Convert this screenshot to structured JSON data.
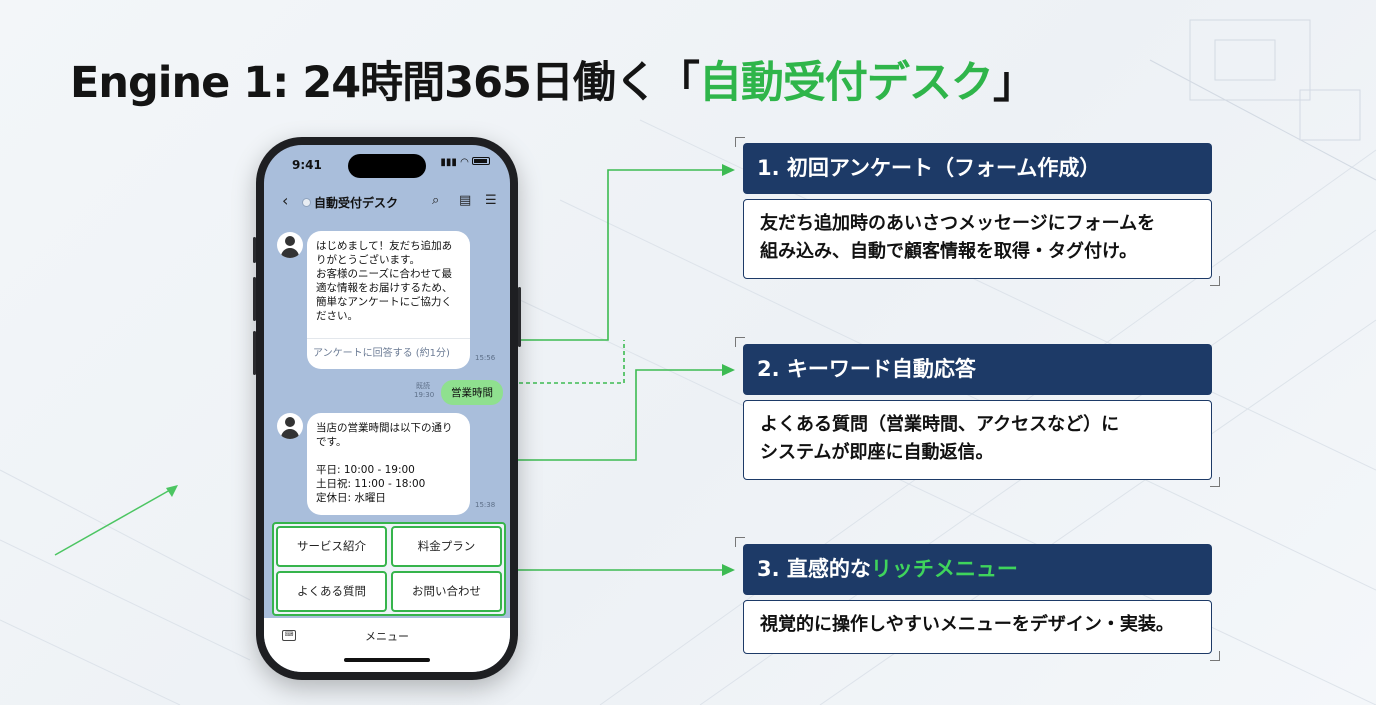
{
  "slide": {
    "title_prefix": "Engine 1: 24時間365日働く「",
    "title_accent": "自動受付デスク",
    "title_suffix": "」"
  },
  "phone": {
    "status_time": "9:41",
    "chat_title": "自動受付デスク",
    "message1": {
      "text": "はじめまして！友だち追加ありがとうございます。\nお客様のニーズに合わせて最適な情報をお届けするため、簡単なアンケートにご協力ください。",
      "link": "アンケートに回答する (約1分)",
      "time": "15:56"
    },
    "user_message": {
      "text": "営業時間",
      "status": "既読",
      "time": "19:30"
    },
    "message2": {
      "text": "当店の営業時間は以下の通りです。\n\n平日: 10:00 - 19:00\n土日祝: 11:00 - 18:00\n定休日: 水曜日",
      "time": "15:38"
    },
    "rich_menu": [
      "サービス紹介",
      "料金プラン",
      "よくある質問",
      "お問い合わせ"
    ],
    "bottom_menu_label": "メニュー"
  },
  "features": [
    {
      "heading": "1. 初回アンケート（フォーム作成）",
      "description": "友だち追加時のあいさつメッセージにフォームを\n組み込み、自動で顧客情報を取得・タグ付け。"
    },
    {
      "heading": "2. キーワード自動応答",
      "description": "よくある質問（営業時間、アクセスなど）に\nシステムが即座に自動返信。"
    },
    {
      "heading_prefix": "3. 直感的な",
      "heading_accent": "リッチメニュー",
      "description": "視覚的に操作しやすいメニューをデザイン・実装。"
    }
  ],
  "colors": {
    "accent_green": "#2fb54a",
    "navy": "#1d3a67",
    "chat_bg": "#a9bedb"
  }
}
